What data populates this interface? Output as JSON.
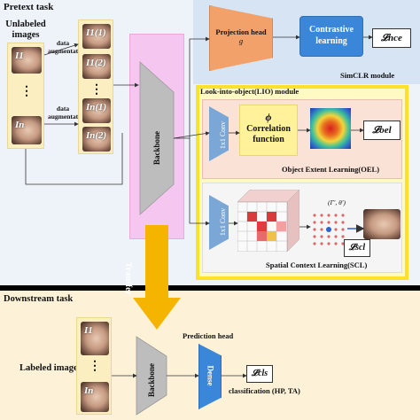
{
  "pretext": {
    "title": "Pretext task",
    "unlabeled_images": "Unlabeled images",
    "data_aug_1": "data augmentation",
    "data_aug_2": "data augmentation",
    "thumb_labels": [
      "I1",
      "I1(1)",
      "I1(2)",
      "In",
      "In(1)",
      "In(2)"
    ],
    "ellipsis": "⋮",
    "backbone": "Backbone"
  },
  "simclr": {
    "projection_head": "Projection head",
    "projection_symbol": "g",
    "contrastive": "Contrastive learning",
    "loss": "𝓛nce",
    "module_label": "SimCLR module"
  },
  "lio": {
    "title": "Look-into-object(LIO) module",
    "conv": "1x1 Conv",
    "phi": "ϕ",
    "correlation": "Correlation function",
    "oel_loss": "𝓛oel",
    "oel_label": "Object Extent Learning(OEL)",
    "conv2": "1x1 Conv",
    "coord": "(Γ′, θ′)",
    "scl_loss": "𝓛scl",
    "scl_label": "Spatial Context Learning(SCL)"
  },
  "transfer": "Transfer",
  "downstream": {
    "title": "Downstream task",
    "labeled_images": "Labeled images",
    "thumb_labels": [
      "I1",
      "In"
    ],
    "ellipsis": "⋮",
    "backbone": "Backbone",
    "prediction_head": "Prediction head",
    "dense": "Dense",
    "cls_loss": "𝓛cls",
    "classification": "classification (HP, TA)"
  },
  "colors": {
    "pink": "#f5c6f0",
    "orange": "#f2a16a",
    "blue": "#3a86d8",
    "yellow_frame": "#ffe12a",
    "transfer_arrow": "#f5b400"
  }
}
